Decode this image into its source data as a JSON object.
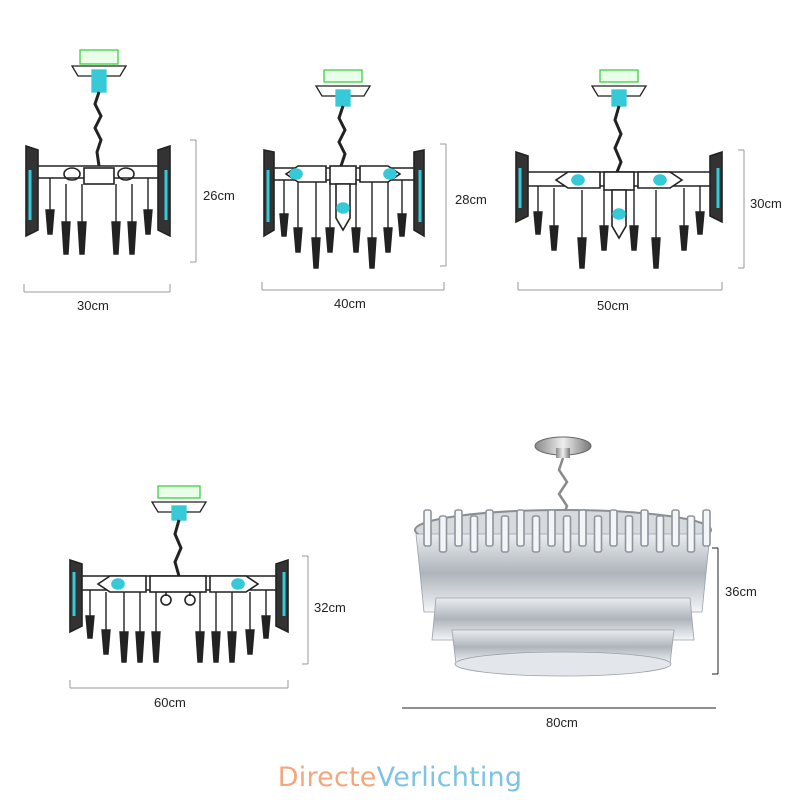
{
  "drawings": [
    {
      "id": "30",
      "width_label": "30cm",
      "height_label": "26cm"
    },
    {
      "id": "40",
      "width_label": "40cm",
      "height_label": "28cm"
    },
    {
      "id": "50",
      "width_label": "50cm",
      "height_label": "30cm"
    },
    {
      "id": "60",
      "width_label": "60cm",
      "height_label": "32cm"
    },
    {
      "id": "80",
      "width_label": "80cm",
      "height_label": "36cm"
    }
  ],
  "brand": {
    "part1": "Directe",
    "part2": "Verlichting",
    "color1": "#f4a67c",
    "color2": "#7dc3e3"
  },
  "colors": {
    "line": "#222222",
    "accent_green": "#3fd13f",
    "accent_cyan": "#36c9d8",
    "crystal": "#c8cdd3"
  }
}
